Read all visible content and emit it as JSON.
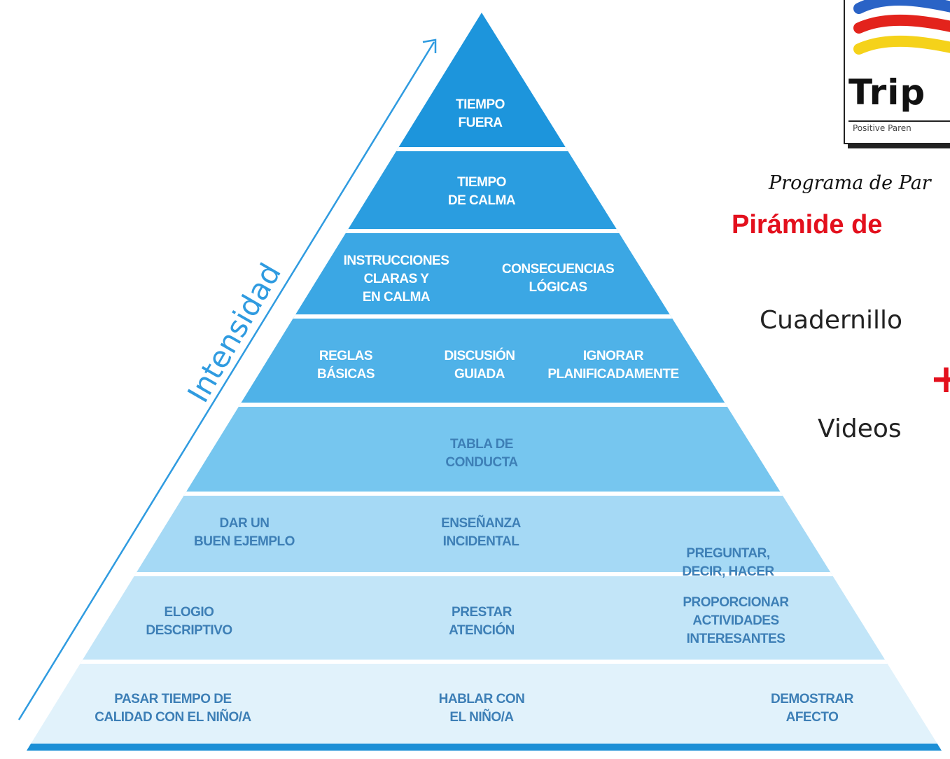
{
  "pyramid": {
    "axis_label": "Intensidad",
    "levels": [
      {
        "labels": [
          [
            "TIEMPO",
            "FUERA"
          ]
        ]
      },
      {
        "labels": [
          [
            "TIEMPO",
            "DE CALMA"
          ]
        ]
      },
      {
        "labels": [
          [
            "INSTRUCCIONES",
            "CLARAS Y",
            "EN CALMA"
          ],
          [
            "CONSECUENCIAS",
            "LÓGICAS"
          ]
        ]
      },
      {
        "labels": [
          [
            "REGLAS",
            "BÁSICAS"
          ],
          [
            "DISCUSIÓN",
            "GUIADA"
          ],
          [
            "IGNORAR",
            "PLANIFICADAMENTE"
          ]
        ]
      },
      {
        "labels": [
          [
            "TABLA DE",
            "CONDUCTA"
          ]
        ]
      },
      {
        "labels": [
          [
            "DAR UN",
            "BUEN EJEMPLO"
          ],
          [
            "ENSEÑANZA",
            "INCIDENTAL"
          ],
          [
            "PREGUNTAR,",
            "DECIR, HACER"
          ]
        ]
      },
      {
        "labels": [
          [
            "ELOGIO",
            "DESCRIPTIVO"
          ],
          [
            "PRESTAR",
            "ATENCIÓN"
          ],
          [
            "PROPORCIONAR",
            "ACTIVIDADES",
            "INTERESANTES"
          ]
        ]
      },
      {
        "labels": [
          [
            "PASAR TIEMPO DE",
            "CALIDAD CON EL NIÑO/A"
          ],
          [
            "HABLAR CON",
            "EL NIÑO/A"
          ],
          [
            "DEMOSTRAR",
            "AFECTO"
          ]
        ]
      }
    ]
  },
  "logo": {
    "word": "Trip",
    "tagline": "Positive Paren",
    "stripe_colors": [
      "#2a63c6",
      "#e3231c",
      "#f5d21a"
    ]
  },
  "program_text": "Programa de Par",
  "title": "Pirámide de",
  "line1": "Cuadernillo",
  "plus": "+",
  "line2": "Videos",
  "colors": {
    "title_red": "#e3101d",
    "band_colors": [
      "#1d95dc",
      "#2a9de0",
      "#3ba7e4",
      "#4fb2e8",
      "#76c6ef",
      "#a5d9f5",
      "#c2e5f8",
      "#e1f2fb"
    ],
    "base_blue": "#1b8fd6",
    "arrow_blue": "#2f9be0"
  }
}
